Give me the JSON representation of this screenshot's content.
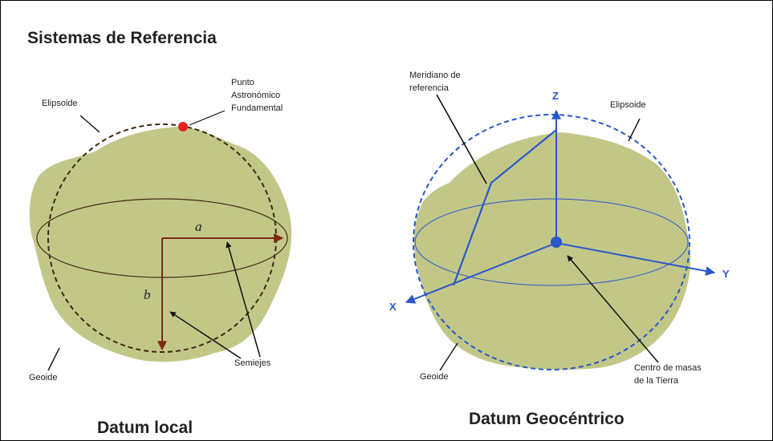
{
  "title": "Sistemas de Referencia",
  "colors": {
    "geoid_fill": "#c2c788",
    "ellipse_dark": "#3d2a12",
    "axis_brown": "#7a2a18",
    "geocentric_blue": "#2a57c9",
    "marker_red": "#e8231f",
    "text": "#222222"
  },
  "left_panel": {
    "caption": "Datum local",
    "labels": {
      "ellipsoid": "Elipsoide",
      "point": [
        "Punto",
        "Astronómico",
        "Fundamental"
      ],
      "semi_major": "a",
      "semi_minor": "b",
      "geoid": "Geoide",
      "semiaxes": "Semiejes"
    }
  },
  "right_panel": {
    "caption": "Datum Geocéntrico",
    "labels": {
      "meridian": [
        "Meridiano de",
        "referencia"
      ],
      "z_axis": "Z",
      "ellipsoid": "Elipsoide",
      "y_axis": "Y",
      "x_axis": "X",
      "geoid": "Geoide",
      "center": [
        "Centro de masas",
        "de la Tierra"
      ]
    }
  }
}
